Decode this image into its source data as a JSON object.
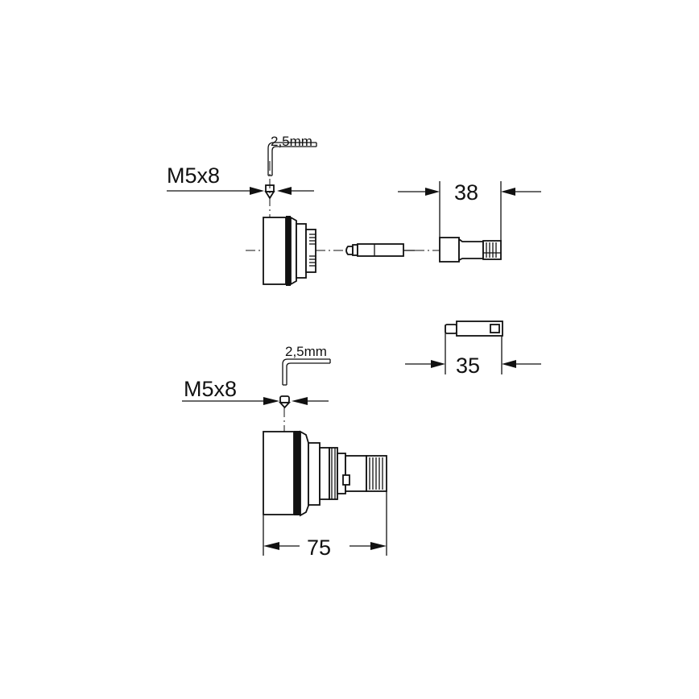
{
  "drawing": {
    "upper_assembly": {
      "thread_label": "M5x8",
      "hex_key_label": "2,5mm"
    },
    "extension_long": {
      "dimension_label": "38"
    },
    "extension_short": {
      "dimension_label": "35"
    },
    "lower_assembly": {
      "thread_label": "M5x8",
      "hex_key_label": "2,5mm",
      "dimension_label": "75"
    },
    "colors": {
      "line": "#111111",
      "background": "#ffffff"
    }
  }
}
